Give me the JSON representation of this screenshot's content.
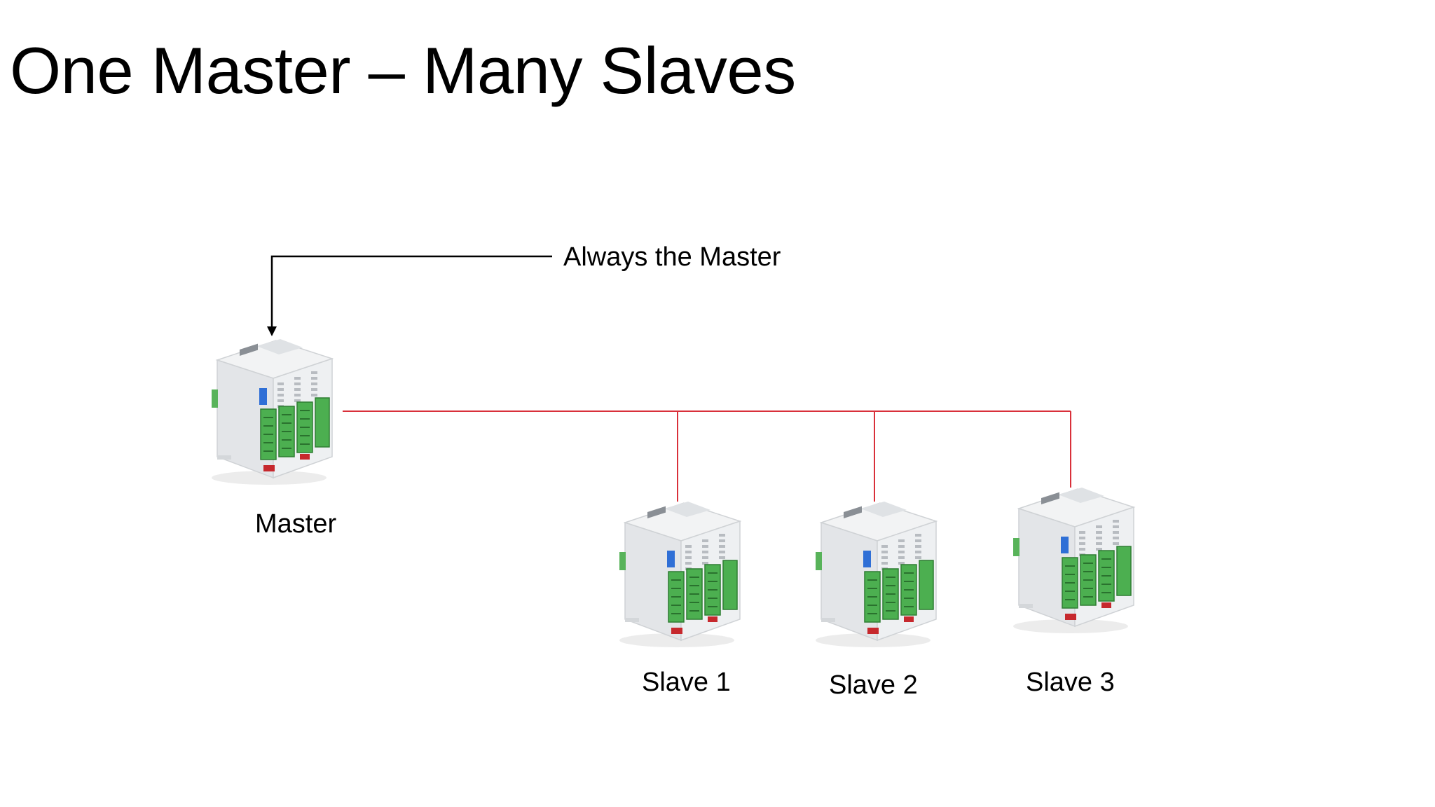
{
  "slide": {
    "title": "One Master – Many Slaves"
  },
  "diagram": {
    "annotation": "Always the Master",
    "master": {
      "label": "Master"
    },
    "slaves": [
      {
        "label": "Slave 1"
      },
      {
        "label": "Slave 2"
      },
      {
        "label": "Slave 3"
      }
    ],
    "colors": {
      "bus_line": "#d9303a",
      "annotation_arrow": "#000000",
      "device_body": "#e6e8ea",
      "terminal_green": "#4caf50",
      "led_blue": "#2f6fd6",
      "connector_red": "#c6282d"
    }
  }
}
